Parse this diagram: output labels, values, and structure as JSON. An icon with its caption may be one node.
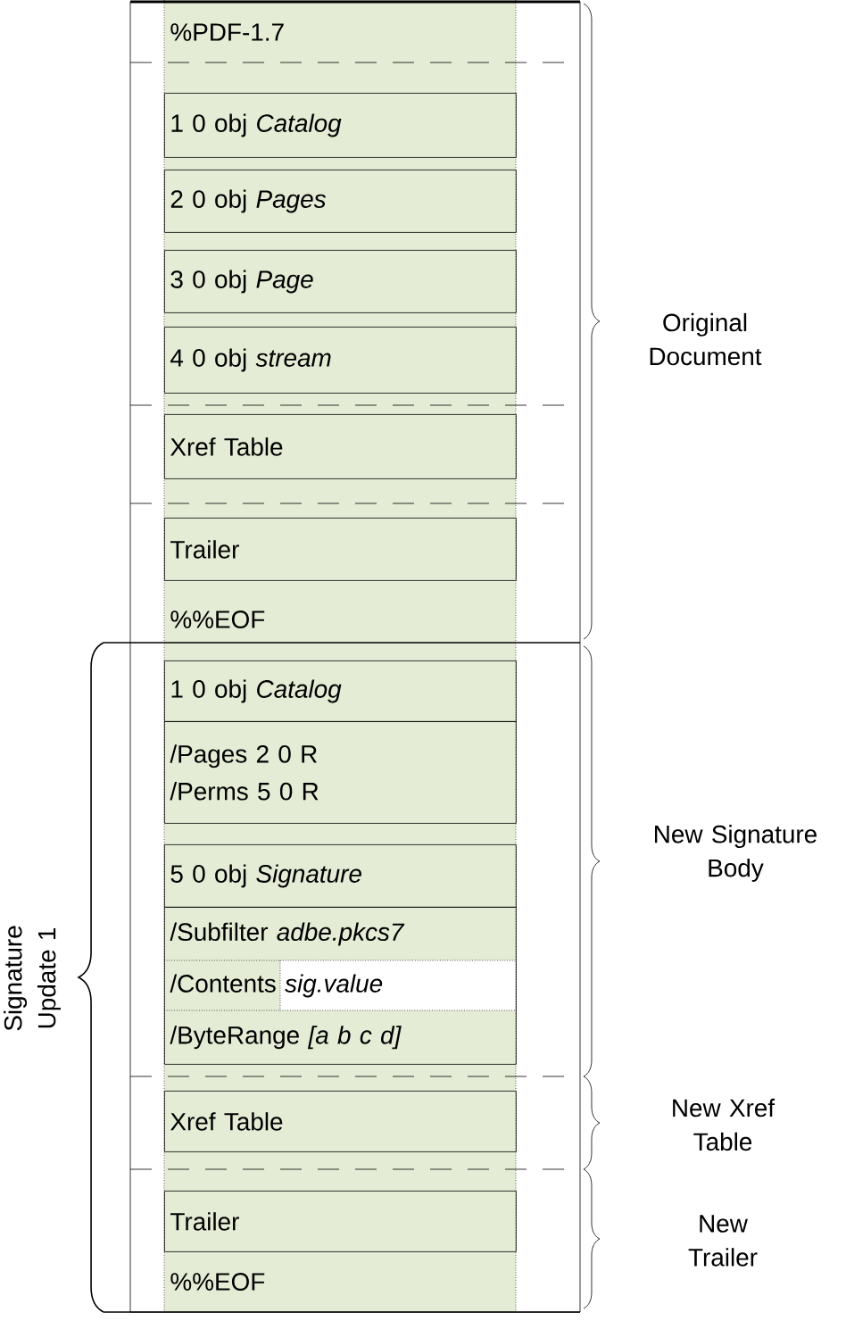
{
  "diagram": {
    "nodes": [
      {
        "text": [
          "1 0 obj *Catalog*"
        ]
      },
      {
        "text": [
          "2 0 obj *Pages*"
        ]
      },
      {
        "text": [
          "3 0 obj *Page*"
        ]
      },
      {
        "text": [
          "4 0 obj *stream*"
        ]
      },
      {
        "text": [
          "Xref Table"
        ]
      },
      {
        "text": [
          "Trailer"
        ]
      },
      {
        "text": [
          "1 0 obj *Catalog*"
        ]
      },
      {
        "text": [
          "/Pages 2 0 R",
          "/Perms 5 0 R"
        ]
      },
      {
        "text": [
          "5 0 obj *Signature*"
        ]
      },
      {
        "text": [
          "/Subfilter *adbe.pkcs7*",
          "/Contents *sig.value*",
          "/ByteRange *[a b c d]*"
        ]
      },
      {
        "text": [
          "Xref Table"
        ]
      },
      {
        "text": [
          "Trailer"
        ]
      }
    ],
    "labels": [
      "%PDF-1.7",
      "Original Document",
      "%%EOF",
      "Signature Update 1",
      "New Signature Body",
      "New Xref Table",
      "%%EOF",
      "New Trailer"
    ]
  }
}
